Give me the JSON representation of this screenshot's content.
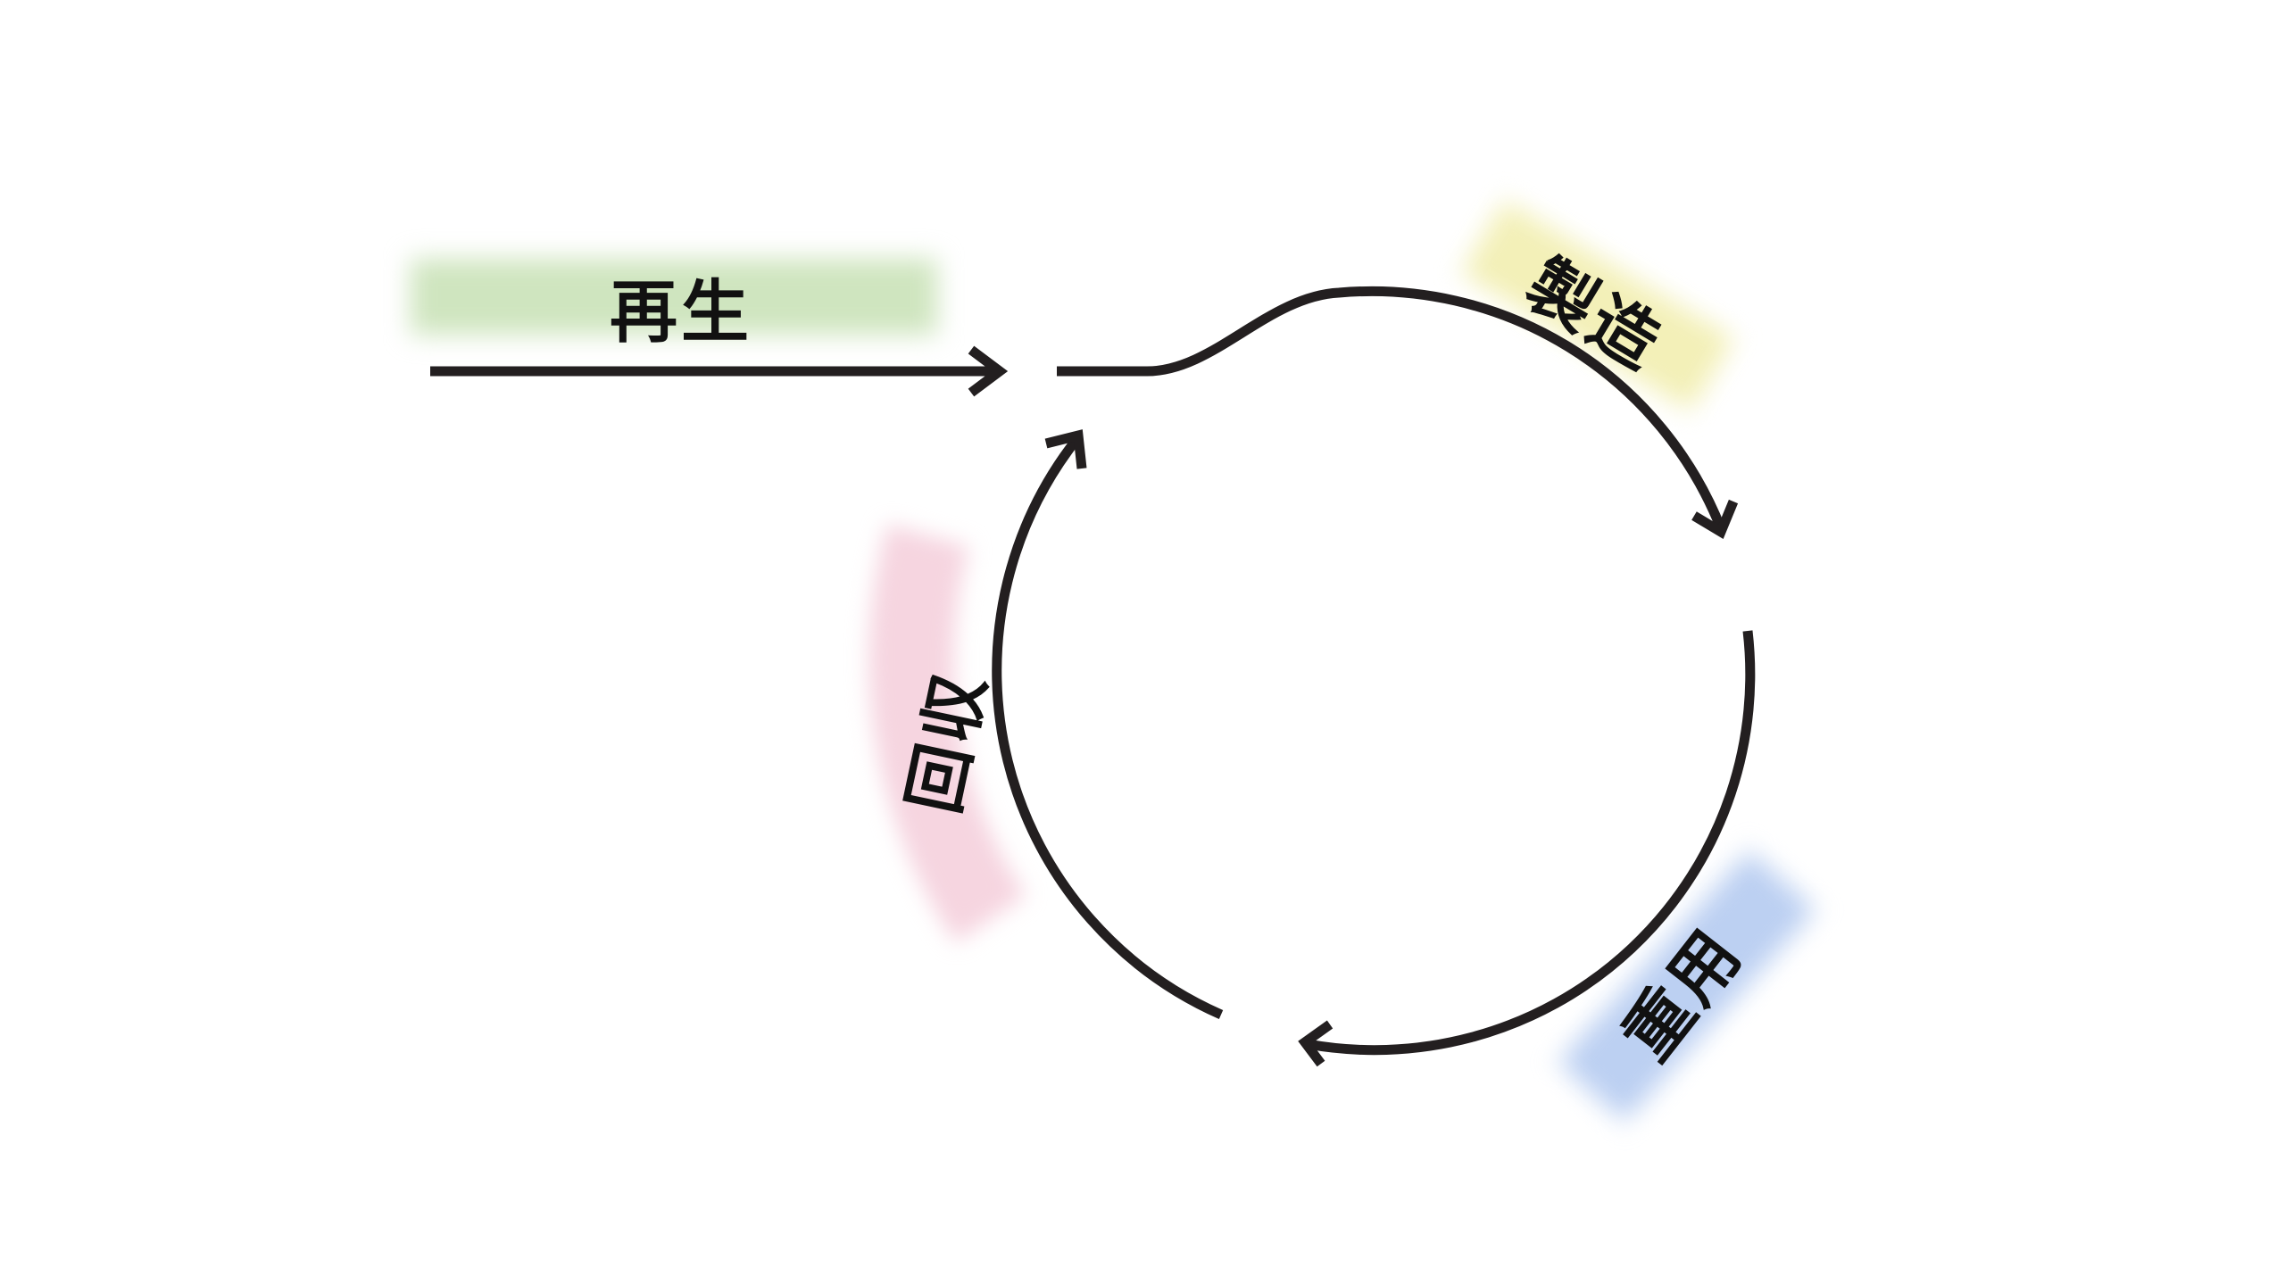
{
  "labels": {
    "regenerate": "再生",
    "manufacture": "製造",
    "reuse": "重用",
    "collect": "回収"
  },
  "colors": {
    "stroke": "#231f20",
    "regenerate_band": "#cfe5bf",
    "manufacture_band": "#f3f0b8",
    "reuse_band": "#bcd0f2",
    "collect_band": "#f6d5e0"
  }
}
